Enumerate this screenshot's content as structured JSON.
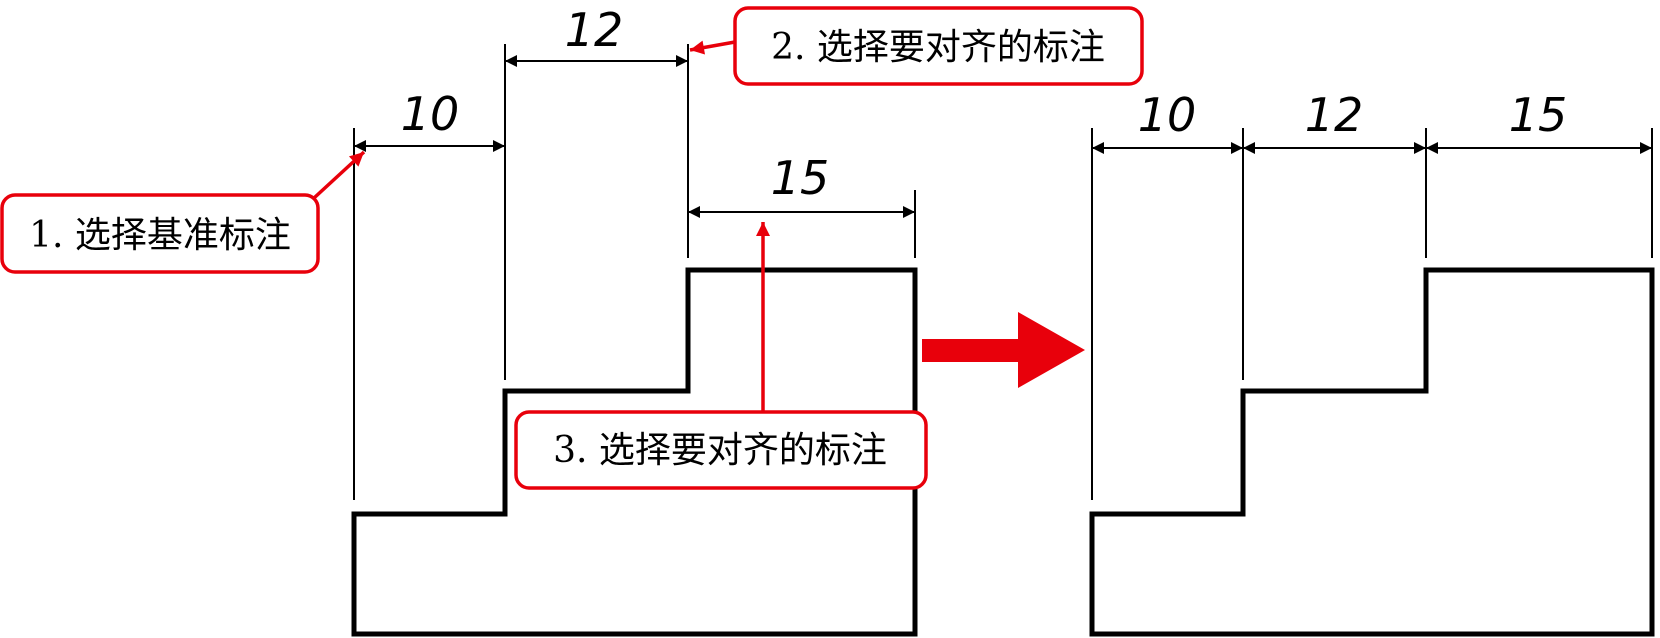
{
  "colors": {
    "accent": "#e8000b",
    "line": "#000000"
  },
  "left_figure": {
    "dims": [
      "10",
      "12",
      "15"
    ],
    "callout_1": "1. 选择基准标注",
    "callout_2": "2. 选择要对齐的标注",
    "callout_3": "3. 选择要对齐的标注"
  },
  "right_figure": {
    "dims": [
      "10",
      "12",
      "15"
    ]
  },
  "transition_arrow_icon": "right-arrow-icon"
}
